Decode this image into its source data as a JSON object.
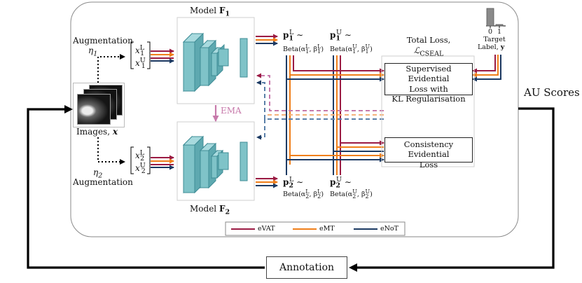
{
  "model1": {
    "title": "Model",
    "symbol": "F",
    "sub": "1"
  },
  "model2": {
    "title": "Model",
    "symbol": "F",
    "sub": "2"
  },
  "augmentation_top": {
    "label": "Augmentation",
    "eta": "η",
    "sub": "1"
  },
  "augmentation_bottom": {
    "label": "Augmentation",
    "eta": "η",
    "sub": "2"
  },
  "images": {
    "label": "Images,",
    "var": "x"
  },
  "inputs": {
    "x1L": "x",
    "x1L_sub": "1",
    "x1L_sup": "L",
    "x1U": "x",
    "x1U_sub": "1",
    "x1U_sup": "U",
    "x2L": "x",
    "x2L_sub": "2",
    "x2L_sup": "L",
    "x2U": "x",
    "x2U_sub": "2",
    "x2U_sup": "U"
  },
  "ema_label": "EMA",
  "p_top": {
    "L": {
      "sym": "p",
      "sub": "1",
      "sup": "L",
      "tilde": "∼",
      "dist": "Beta(α",
      "a_sup": "L",
      "a_sub": "1",
      "mid": ", β",
      "b_sup": "L",
      "b_sub": "1",
      "end": ")"
    },
    "U": {
      "sym": "p",
      "sub": "1",
      "sup": "U",
      "tilde": "∼",
      "dist": "Beta(α",
      "a_sup": "U",
      "a_sub": "1",
      "mid": ", β",
      "b_sup": "U",
      "b_sub": "1",
      "end": ")"
    }
  },
  "p_bottom": {
    "L": {
      "sym": "p",
      "sub": "2",
      "sup": "L",
      "tilde": "∼",
      "dist": "Beta(α",
      "a_sup": "L",
      "a_sub": "2",
      "mid": ", β",
      "b_sup": "L",
      "b_sub": "2",
      "end": ")"
    },
    "U": {
      "sym": "p",
      "sub": "2",
      "sup": "U",
      "tilde": "∼",
      "dist": "Beta(α",
      "a_sup": "U",
      "a_sub": "2",
      "mid": ", β",
      "b_sup": "U",
      "b_sub": "2",
      "end": ")"
    }
  },
  "total_loss": {
    "line1": "Total Loss,",
    "sym": "ℒ",
    "sub": "CSEAL"
  },
  "supervised_loss": {
    "line1": "Supervised Evidential",
    "line2": "Loss with",
    "line3": "KL Regularisation"
  },
  "consistency_loss": {
    "line1": "Consistency Evidential",
    "line2": "Loss"
  },
  "target": {
    "tick0": "0",
    "tick1": "1",
    "line1": "Target",
    "line2": "Label,",
    "var": "y",
    "bar_values": [
      0.9,
      0.05
    ]
  },
  "au_scores": "AU Scores",
  "annotation": "Annotation",
  "legend": [
    {
      "name": "eVAT",
      "color": "#9b1b44"
    },
    {
      "name": "eMT",
      "color": "#f07f1a"
    },
    {
      "name": "eNoT",
      "color": "#1c3a63"
    }
  ],
  "colors": {
    "evat": "#9b1b44",
    "emt": "#f07f1a",
    "enot": "#1c3a63",
    "ema": "#c77aab",
    "block": "#7fc3c8",
    "block_dark": "#3f8d96"
  }
}
